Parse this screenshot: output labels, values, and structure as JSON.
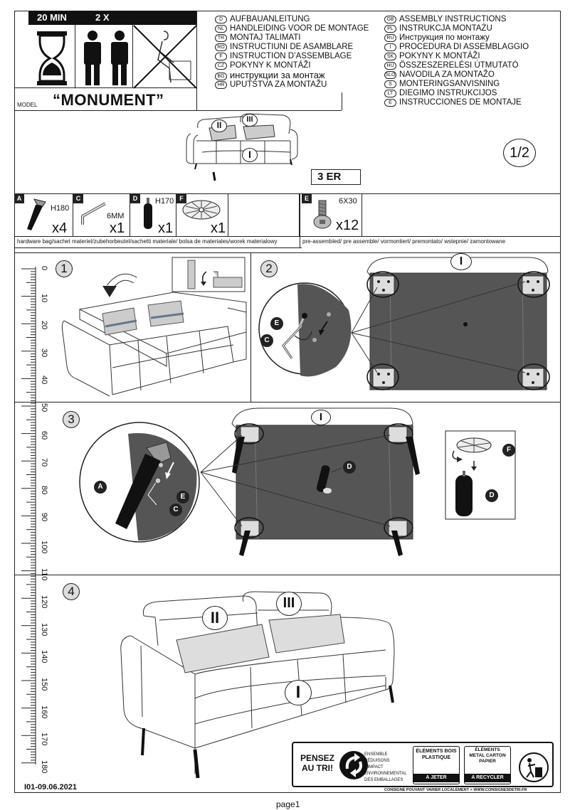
{
  "header": {
    "time": "20 MIN",
    "persons": "2 X",
    "model_label": "MODEL",
    "model_name": "“MONUMENT”",
    "page_fraction": "1/2",
    "variant": "3 ER"
  },
  "languages_left": [
    {
      "code": "D",
      "text": "AUFBAUANLEITUNG"
    },
    {
      "code": "NL",
      "text": "HANDLEIDING VOOR DE MONTAGE"
    },
    {
      "code": "TR",
      "text": "MONTAJ TALIMATI"
    },
    {
      "code": "RO",
      "text": "INSTRUCTIUNI DE ASAMBLARE"
    },
    {
      "code": "F",
      "text": "INSTRUCTION D’ASSEMBLAGE"
    },
    {
      "code": "CZ",
      "text": "POKYNY K MONTÁŽI"
    },
    {
      "code": "BG",
      "text": "инструкции за монтаж"
    },
    {
      "code": "HR",
      "text": "UPUTSTVA ZA MONTAŽU"
    }
  ],
  "languages_right": [
    {
      "code": "GB",
      "text": "ASSEMBLY INSTRUCTIONS"
    },
    {
      "code": "PL",
      "text": "INSTRUKCJA MONTAŻU"
    },
    {
      "code": "RU",
      "text": "Инструкция по монтажу"
    },
    {
      "code": "I",
      "text": "PROCEDURA DI ASSEMBLAGGIO"
    },
    {
      "code": "SK",
      "text": "POKYNY K MONTÁŽI"
    },
    {
      "code": "HU",
      "text": "ÖSSZESZERELÉSI ÚTMUTATÓ"
    },
    {
      "code": "SLO",
      "text": "NAVODILA ZA MONTAŽO"
    },
    {
      "code": "S",
      "text": "MONTERINGSANVISNING"
    },
    {
      "code": "LT",
      "text": "DIEGIMO INSTRUKCIJOS"
    },
    {
      "code": "E",
      "text": "INSTRUCCIONES DE MONTAJE"
    }
  ],
  "parts": [
    {
      "letter": "A",
      "size": "H180",
      "qty": "x4"
    },
    {
      "letter": "C",
      "size": "6MM",
      "qty": "x1"
    },
    {
      "letter": "D",
      "size": "H170",
      "qty": "x1"
    },
    {
      "letter": "F",
      "size": "",
      "qty": "x1"
    },
    {
      "letter": "E",
      "size": "6X30",
      "qty": "x12"
    }
  ],
  "captions": {
    "hardware_bag": "hardware bag/sachet materiel/zubehorbeutel/sachetti materiale/ bolsa de materiales/worek materialowy",
    "preassembled": "pre-assembled/ pre assemble/ vormontiert/ premontato/ wstepnie/ zamontowane"
  },
  "steps": [
    "1",
    "2",
    "3",
    "4"
  ],
  "roman": {
    "one": "I",
    "two": "II",
    "three": "III"
  },
  "callouts": {
    "A": "A",
    "C": "C",
    "D": "D",
    "E": "E",
    "F": "F"
  },
  "ruler": [
    "0",
    "10",
    "20",
    "30",
    "40",
    "50",
    "60",
    "70",
    "80",
    "90",
    "100",
    "110",
    "120",
    "130",
    "140",
    "150",
    "160",
    "170",
    "180"
  ],
  "recycling": {
    "pensez": "PENSEZ",
    "au_tri": "AU TRI!",
    "ensemble": "ENSEMBLE",
    "reduisons": "RÉDUISONS L'IMPACT",
    "environnemental": "ENVIRONNEMENTAL",
    "emballages": "DES EMBALLAGES",
    "elements_bois": "ÉLÉMENTS BOIS",
    "plastique": "PLASTIQUE",
    "a_jeter": "A JETER",
    "elements": "ÉLÉMENTS",
    "metal_carton": "METAL CARTON",
    "papier": "PAPIER",
    "a_recycler": "A RECYCLER",
    "consigne": "CONSIGNE POUVANT VARIER LOCALEMENT > WWW.CONSIGNESDETRI.FR"
  },
  "footer": {
    "code": "I01-09.06.2021",
    "page": "page1"
  }
}
